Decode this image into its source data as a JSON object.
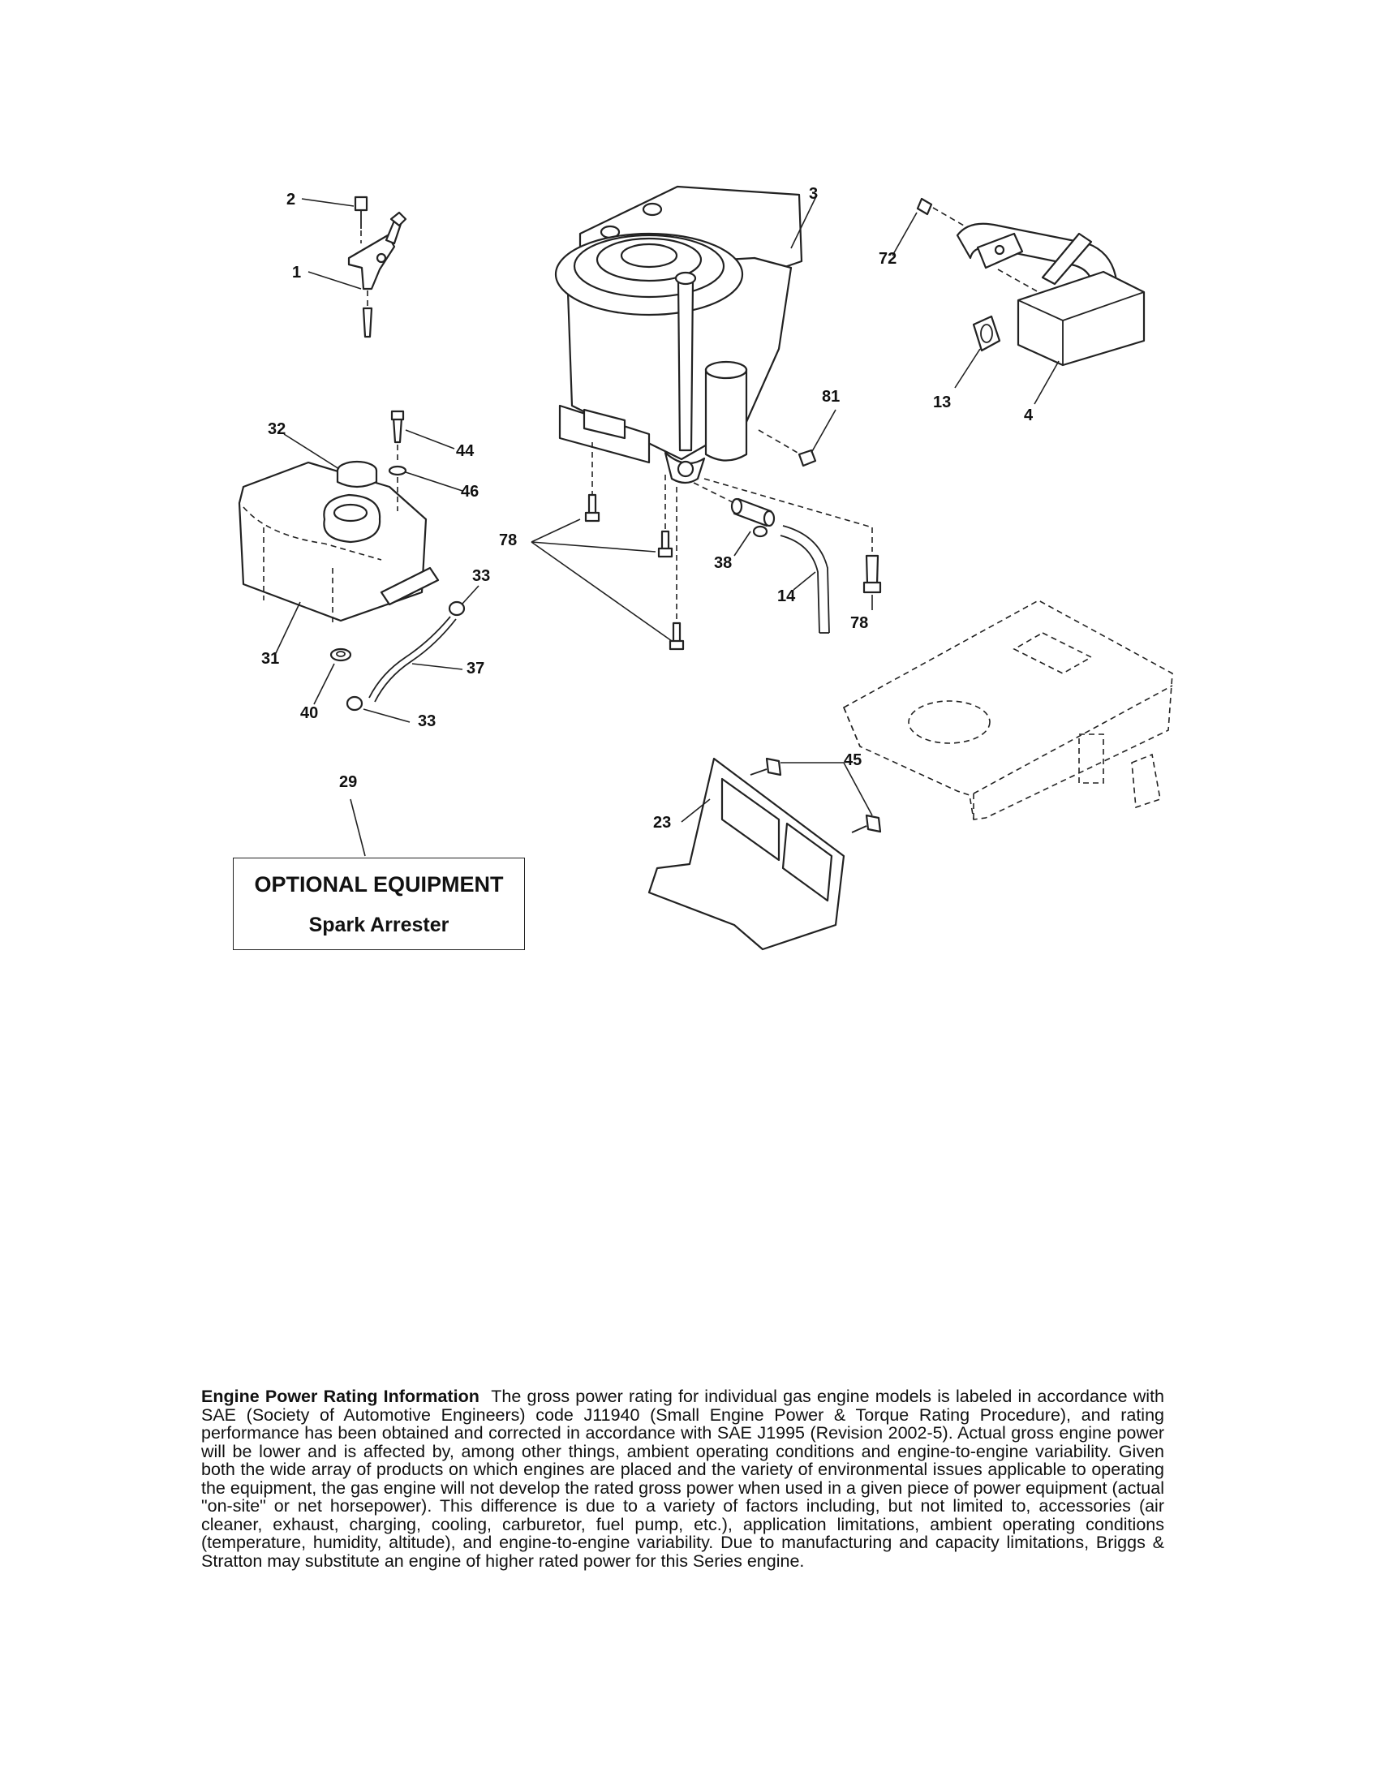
{
  "diagram": {
    "callouts": [
      "1",
      "2",
      "3",
      "4",
      "13",
      "14",
      "23",
      "29",
      "31",
      "32",
      "33",
      "33",
      "37",
      "38",
      "40",
      "44",
      "45",
      "46",
      "72",
      "78",
      "78",
      "81"
    ]
  },
  "optional_equipment": {
    "title": "OPTIONAL EQUIPMENT",
    "item": "Spark Arrester"
  },
  "engine_info": {
    "heading": "Engine Power Rating Information",
    "body": "The gross power rating for individual gas engine models is labeled in accordance with SAE (Society of Automotive Engineers) code J11940 (Small Engine Power & Torque Rating Procedure), and rating performance has been obtained and corrected in accordance with SAE J1995 (Revision 2002-5). Actual gross engine power will be lower and is affected by, among other things, ambient operating conditions and engine-to-engine variability. Given both the wide array of products on which engines are placed and the variety of environmental issues applicable to operating the equipment, the gas engine will not develop the rated gross power when used in a given piece of power equipment (actual \"on-site\" or net horsepower). This difference is due to a variety of factors including, but not limited to, accessories (air cleaner, exhaust, charging, cooling, carburetor, fuel pump, etc.), application limitations, ambient operating conditions (temperature, humidity, altitude), and engine-to-engine variability. Due to manufacturing and capacity limitations, Briggs & Stratton may substitute an engine of higher rated power for this Series engine."
  }
}
